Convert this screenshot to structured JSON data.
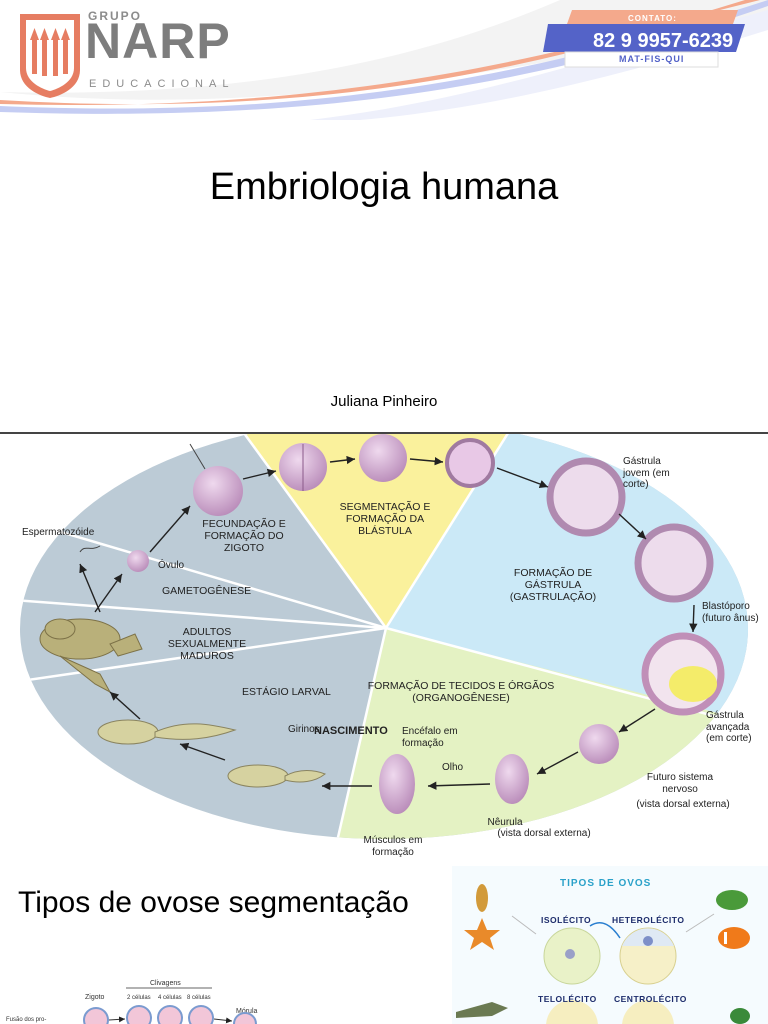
{
  "header": {
    "logo_grupo": "GRUPO",
    "logo_narp": "NARP",
    "logo_educacional": "EDUCACIONAL",
    "contact_label": "CONTATO:",
    "contact_phone": "82 9 9957-6239",
    "contact_subjects": "MAT-FIS-QUI",
    "colors": {
      "logo": "#7d7d7d",
      "contact_banner": "#5463c8",
      "accent": "#e87a5c"
    }
  },
  "slide1": {
    "title": "Embriologia humana",
    "author": "Juliana Pinheiro"
  },
  "slide2": {
    "labels": {
      "espermatozoide": "Espermatozóide",
      "ovulo": "Óvulo",
      "fecundacao": "FECUNDAÇÃO E FORMAÇÃO DO ZIGOTO",
      "gametogenese": "GAMETOGÊNESE",
      "segmentacao": "SEGMENTAÇÃO E FORMAÇÃO DA BLÁSTULA",
      "gastrula_jovem": "Gástrula jovem (em corte)",
      "formacao_gastrula": "FORMAÇÃO DE GÁSTRULA (GASTRULAÇÃO)",
      "blastoporo": "Blastóporo (futuro ânus)",
      "adultos": "ADULTOS SEXUALMENTE MADUROS",
      "estagio_larval": "ESTÁGIO LARVAL",
      "formacao_tecidos": "FORMAÇÃO DE TECIDOS E ÓRGÃOS (ORGANOGÊNESE)",
      "gastrula_avancada": "Gástrula avançada (em corte)",
      "girinos": "Girinos",
      "nascimento": "NASCIMENTO",
      "encefalo": "Encéfalo em formação",
      "olho": "Olho",
      "futuro_sistema": "Futuro sistema nervoso",
      "vista_dorsal": "(vista dorsal externa)",
      "neurula": "Nêurula",
      "neurula_vista": "(vista dorsal externa)",
      "musculos": "Músculos em formação"
    }
  },
  "slide3": {
    "title": "Tipos de ovose segmentação",
    "ovos_heading": "TIPOS DE OVOS",
    "ovo_types": [
      "ISOLÉCITO",
      "HETEROLÉCITO",
      "TELOLÉCITO",
      "CENTROLÉCITO"
    ],
    "clivagens_label": "Clivagens",
    "zigoto_label": "Zigoto",
    "cells_2": "2 células",
    "cells_4": "4 células",
    "cells_8": "8 células",
    "morula_label": "Mórula",
    "fusao_label": "Fusão dos pro-"
  }
}
